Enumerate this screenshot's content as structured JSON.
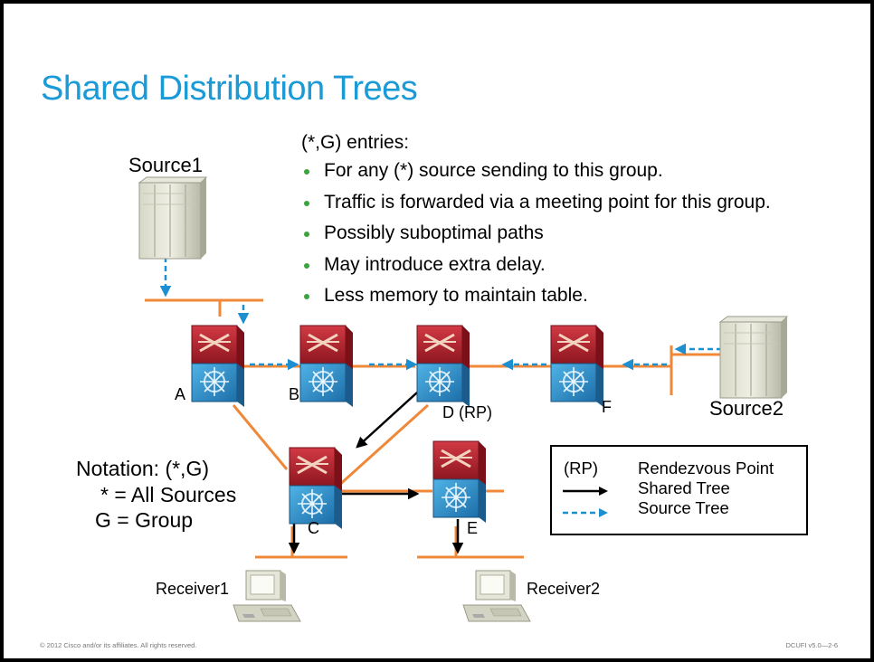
{
  "title": "Shared Distribution Trees",
  "bullets_heading": "(*,G) entries:",
  "bullets": [
    "For any (*) source sending to this group.",
    "Traffic is forwarded via a meeting point for this group.",
    "Possibly suboptimal paths",
    "May introduce extra delay.",
    "Less memory to maintain table."
  ],
  "notation": {
    "line1": "Notation: (*,G)",
    "line2": "* = All Sources",
    "line3": "G = Group"
  },
  "legend": {
    "rp_abbrev": "(RP)",
    "rp_label": "Rendezvous Point",
    "shared_label": "Shared Tree",
    "source_label": "Source Tree"
  },
  "nodes": {
    "source1": "Source1",
    "source2": "Source2",
    "a": "A",
    "b": "B",
    "d": "D (RP)",
    "f": "F",
    "c": "C",
    "e": "E",
    "receiver1": "Receiver1",
    "receiver2": "Receiver2"
  },
  "footer": {
    "copyright": "© 2012 Cisco and/or its affiliates. All rights reserved.",
    "course": "DCUFI v5.0—2-6"
  },
  "colors": {
    "title": "#1a9ad6",
    "link": "#f0883a",
    "source_tree": "#1b8fd0",
    "shared_tree": "#000000",
    "switch_top": "#b3202c",
    "switch_body": "#2f8fc8"
  },
  "icons": [
    "server-icon",
    "switch-icon",
    "workstation-icon"
  ]
}
